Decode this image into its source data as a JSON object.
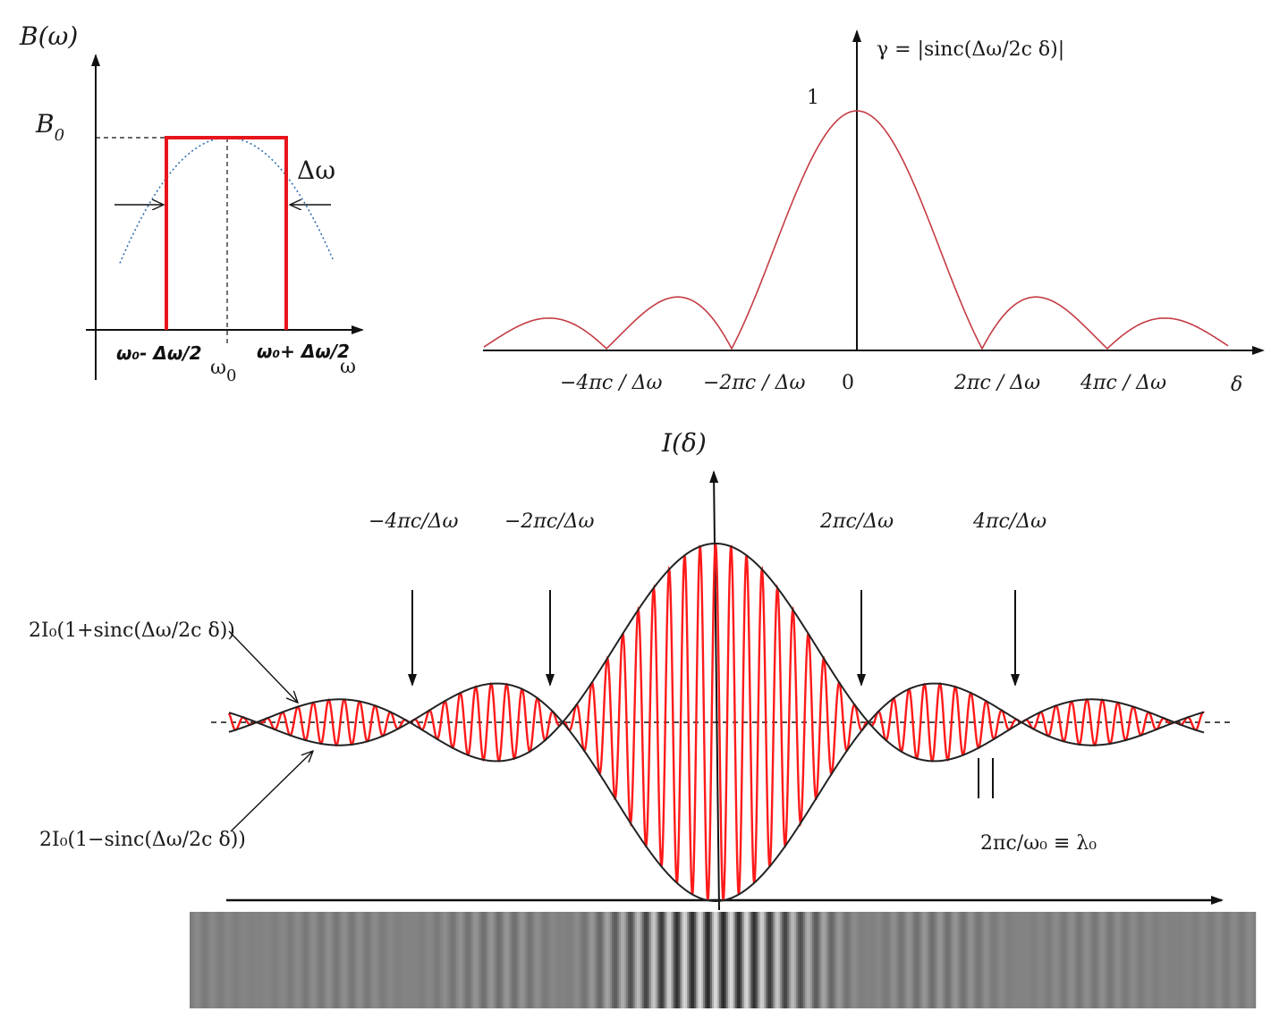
{
  "panel_a": {
    "y_label": "B(ω)",
    "level_label": "B",
    "level_subscript": "0",
    "width_label": "Δω",
    "x_axis_label": "ω",
    "center_label": "ω",
    "center_subscript": "0",
    "left_edge_label": "ω₀- Δω/2",
    "right_edge_label": "ω₀+ Δω/2",
    "colors": {
      "rect": "#e8141c",
      "parabola": "#2f6fb3",
      "axis": "#111111"
    }
  },
  "panel_b": {
    "formula": "γ = |sinc(Δω/2c δ)|",
    "peak_label": "1",
    "ticks": [
      "−4πc / Δω",
      "−2πc / Δω",
      "0",
      "2πc / Δω",
      "4πc / Δω"
    ],
    "x_axis_label": "δ",
    "colors": {
      "curve": "#c43c44"
    }
  },
  "panel_c": {
    "y_label": "I(δ)",
    "markers": [
      "−4πc/Δω",
      "−2πc/Δω",
      "2πc/Δω",
      "4πc/Δω"
    ],
    "upper_envelope_label": "2I₀(1+sinc(Δω/2c δ))",
    "lower_envelope_label": "2I₀(1−sinc(Δω/2c δ))",
    "period_label": "2πc/ω₀ ≡ λ₀",
    "colors": {
      "fringes": "#ff1a1a",
      "envelope": "#222222"
    }
  }
}
